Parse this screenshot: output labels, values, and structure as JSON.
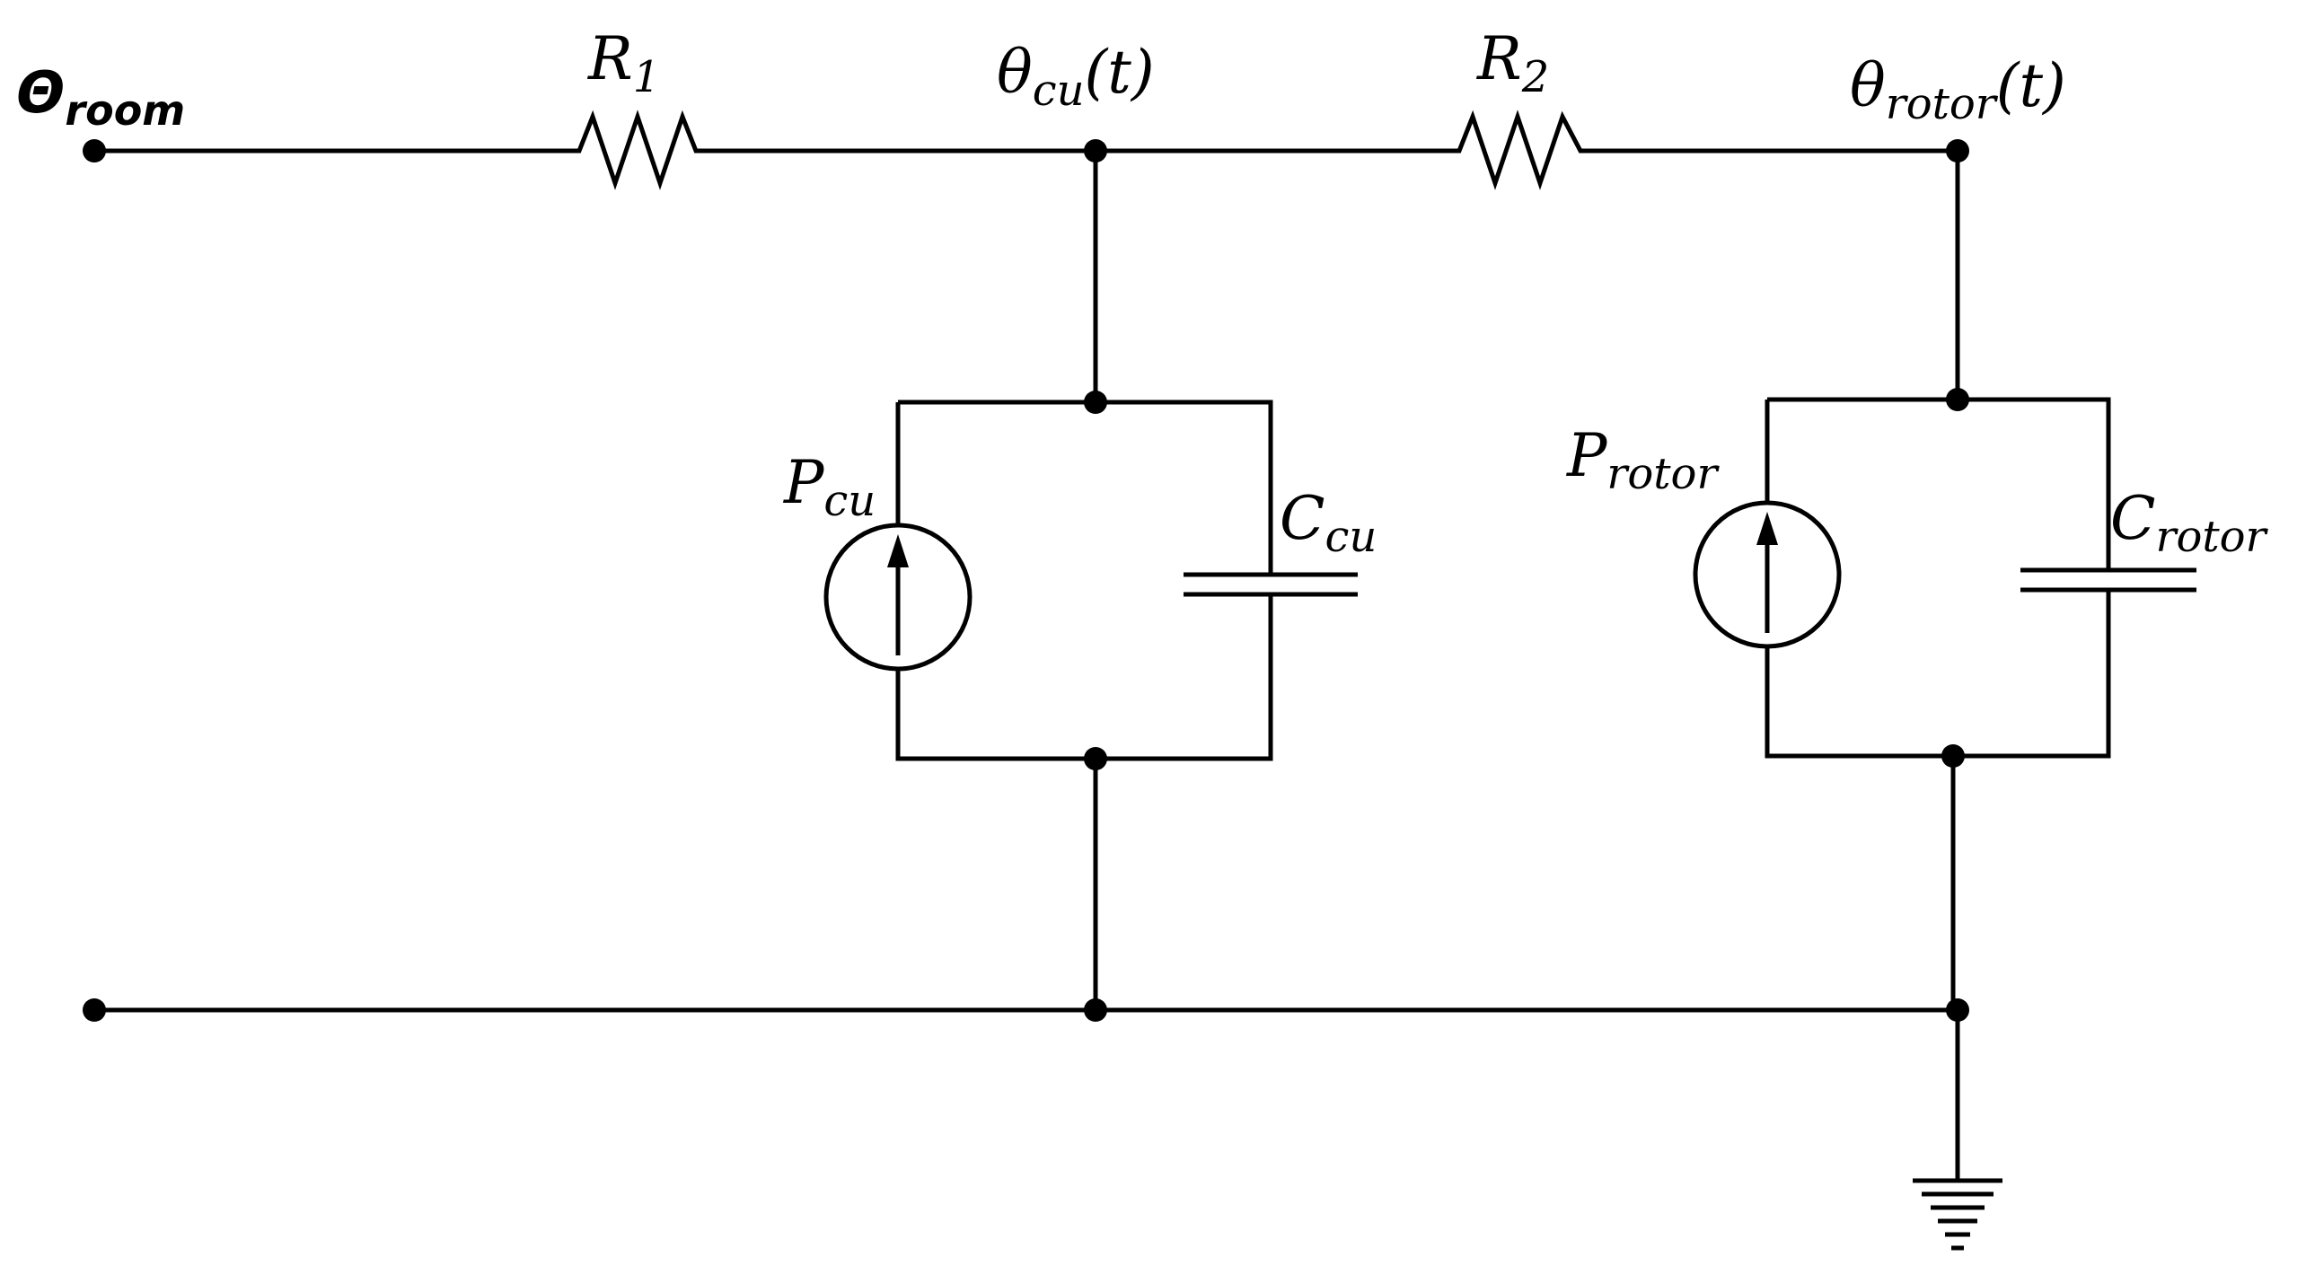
{
  "labels": {
    "theta_room": {
      "main": "Θ",
      "sub": "room"
    },
    "r1": {
      "main": "R",
      "sub": "1"
    },
    "theta_cu": {
      "main": "θ",
      "sub": "cu",
      "suffix": "(t)"
    },
    "r2": {
      "main": "R",
      "sub": "2"
    },
    "theta_rotor": {
      "main": "θ",
      "sub": "rotor",
      "suffix": "(t)"
    },
    "p_cu": {
      "main": "P",
      "sub": "cu"
    },
    "c_cu": {
      "main": "C",
      "sub": "cu"
    },
    "p_rotor": {
      "main": "P",
      "sub": "rotor"
    },
    "c_rotor": {
      "main": "C",
      "sub": "rotor"
    }
  }
}
